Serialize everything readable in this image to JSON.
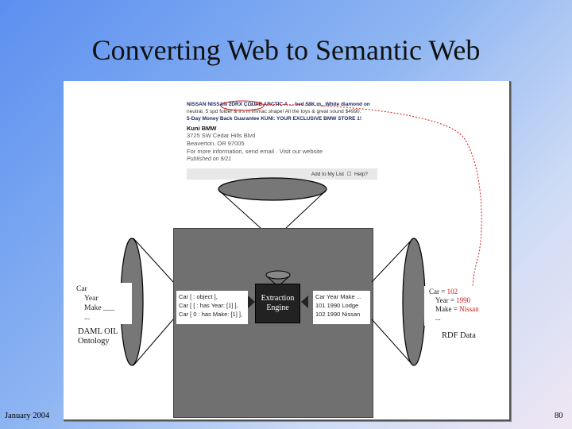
{
  "slide": {
    "title": "Converting Web to Semantic Web",
    "footer_left": "January 2004",
    "footer_right": "80"
  },
  "ad": {
    "line1": "NISSAN NISSAN 2DRX COUPE ARCTIC A ... bed 58K m., White diamond on",
    "line2": "neutral, 5 spd folder & it's in immac shape! All the toys & great sound $4990.",
    "line3": "5-Day Money Back Guarantee KUNI: YOUR EXCLUSIVE BMW STORE 1!",
    "business": "Kuni BMW",
    "address1": "3725 SW Cedar Hills Blvd",
    "address2": "Beaverton, OR 97005",
    "more_info": "For more information, send email · Visit our website",
    "posted": "Published on 9/21",
    "add_link": "Add to My List",
    "help_link": "Help?"
  },
  "ontology": {
    "lines": [
      "Car",
      "Year",
      "Make ___",
      "..."
    ],
    "caption_line1": "DAML OIL",
    "caption_line2": "Ontology"
  },
  "objects_card": {
    "lines": [
      "Car [ : object ],",
      "Car [ [ : has Year: [1] ],",
      "Car [ 0 : has Make: [1] ],"
    ]
  },
  "engine": {
    "line1": "Extraction",
    "line2": "Engine"
  },
  "table_card": {
    "lines": [
      "Car  Year  Make ...",
      "101  1990  Lodge",
      "102  1990  Nissan"
    ]
  },
  "rdf": {
    "line1_prefix": "Car = ",
    "line1_value": "102",
    "line2_prefix": "Year = ",
    "line2_value": "1990",
    "line3_prefix": "Make = ",
    "line3_value": "Nissan",
    "line4": "...",
    "caption": "RDF Data"
  },
  "colors": {
    "accent_red": "#d01a1a",
    "engine_bg": "#222222",
    "gray_box": "#707070"
  }
}
